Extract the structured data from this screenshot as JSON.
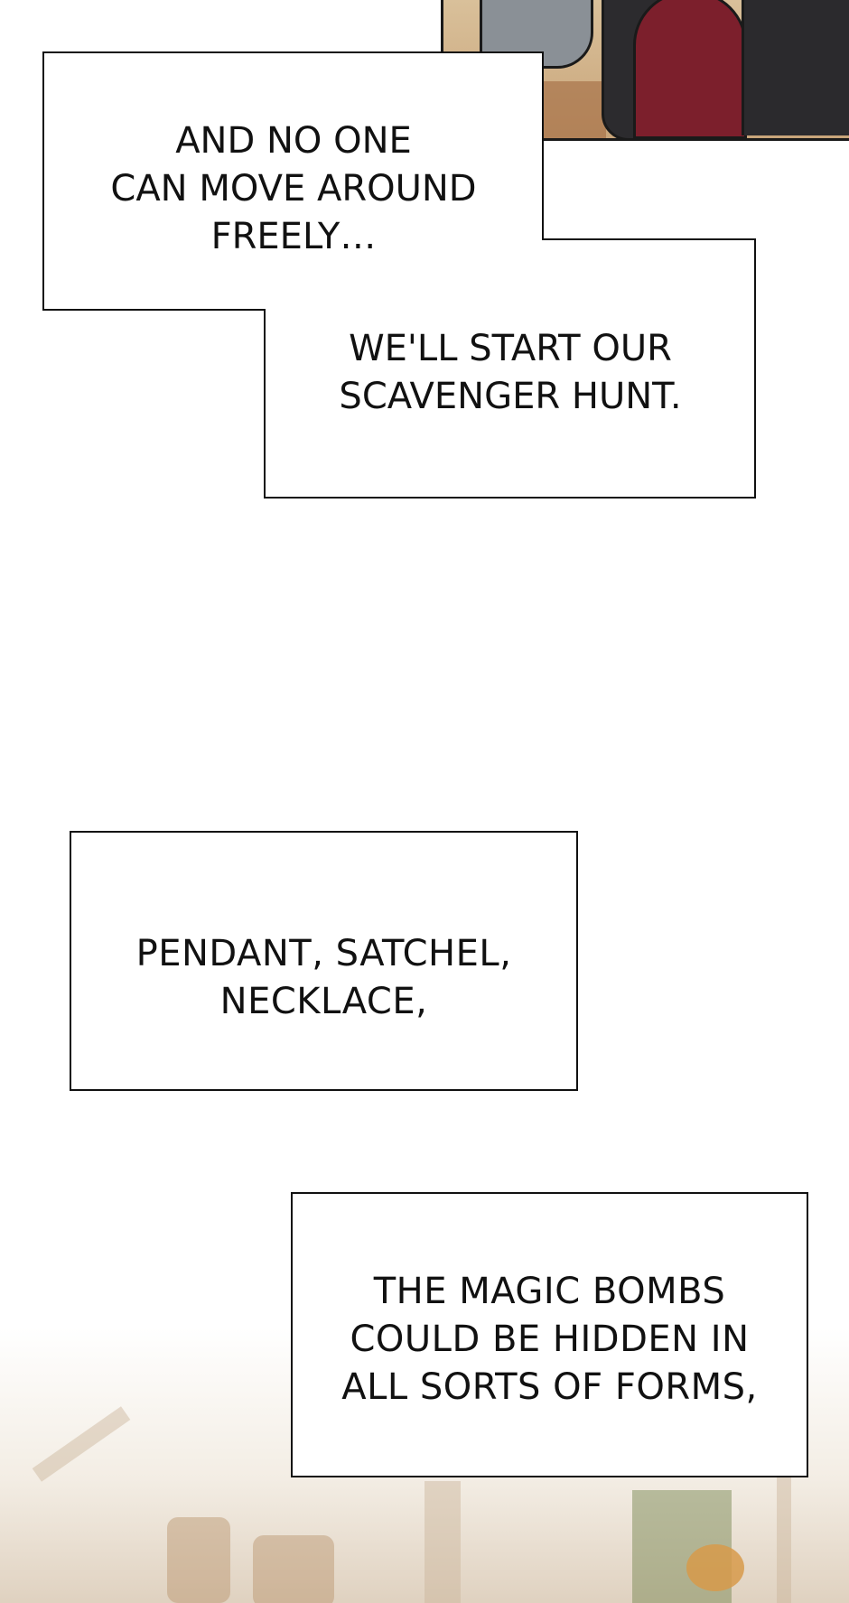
{
  "captions": {
    "first": {
      "lines": [
        "AND NO ONE",
        "CAN MOVE AROUND",
        "FREELY…"
      ]
    },
    "second": {
      "lines": [
        "WE'LL START OUR",
        "SCAVENGER HUNT."
      ]
    },
    "third": {
      "lines": [
        "PENDANT, SATCHEL,",
        "NECKLACE,"
      ]
    },
    "fourth": {
      "lines": [
        "THE MAGIC BOMBS",
        "COULD BE HIDDEN IN",
        "ALL SORTS OF FORMS,"
      ]
    }
  }
}
